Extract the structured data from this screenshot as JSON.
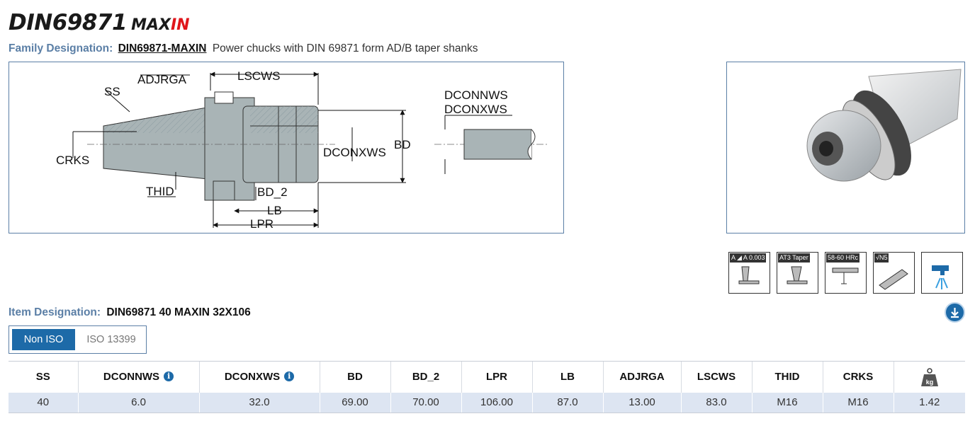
{
  "brand": {
    "main": "DIN69871",
    "max": "MAX",
    "in": "IN"
  },
  "family": {
    "label": "Family Designation:",
    "link": "DIN69871-MAXIN",
    "description": "Power chucks with DIN 69871 form AD/B taper shanks"
  },
  "drawing": {
    "labels": {
      "adjrga": "ADJRGA",
      "lscws": "LSCWS",
      "ss": "SS",
      "crks": "CRKS",
      "thid": "THID",
      "dconxws": "DCONXWS",
      "bd": "BD",
      "bd2": "BD_2",
      "lb": "LB",
      "lpr": "LPR",
      "dconnws": "DCONNWS",
      "dconxws2": "DCONXWS"
    }
  },
  "spec_icons": [
    {
      "name": "runout-icon",
      "tag": "A ◢ A 0.003"
    },
    {
      "name": "taper-icon",
      "tag": "AT3 Taper"
    },
    {
      "name": "hardness-icon",
      "tag": "58-60 HRc"
    },
    {
      "name": "surface-finish-icon",
      "tag": "√N5"
    },
    {
      "name": "coolant-icon",
      "tag": ""
    }
  ],
  "item": {
    "label": "Item Designation:",
    "value": "DIN69871 40 MAXIN 32X106"
  },
  "toggle": {
    "active": "Non ISO",
    "inactive": "ISO 13399"
  },
  "table": {
    "headers": [
      "SS",
      "DCONNWS",
      "DCONXWS",
      "BD",
      "BD_2",
      "LPR",
      "LB",
      "ADJRGA",
      "LSCWS",
      "THID",
      "CRKS"
    ],
    "weight_unit": "kg",
    "values": [
      "40",
      "6.0",
      "32.0",
      "69.00",
      "70.00",
      "106.00",
      "87.0",
      "13.00",
      "83.0",
      "M16",
      "M16",
      "1.42"
    ]
  },
  "colors": {
    "accent": "#1d6aa8",
    "label_blue": "#5b7fa6",
    "brand_red": "#e0161b",
    "row_bg": "#dde5f2"
  }
}
